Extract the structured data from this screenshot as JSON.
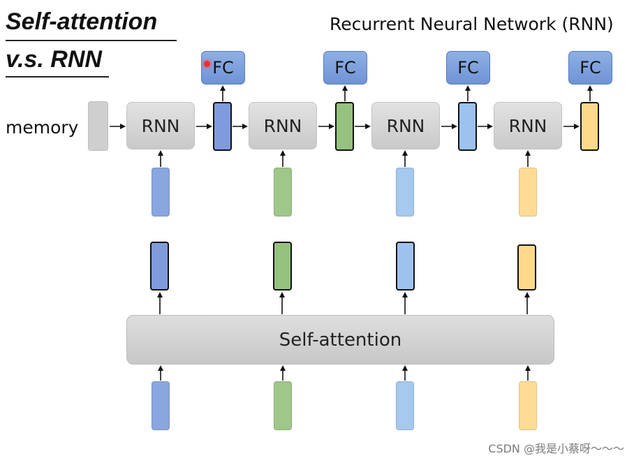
{
  "title_line1": "Self-attention",
  "title_line2": "v.s. RNN",
  "subtitle": "Recurrent Neural Network (RNN)",
  "memory_label": "memory",
  "rnn_label": "RNN",
  "fc_label": "FC",
  "self_attention_label": "Self-attention",
  "watermark": "CSDN @我是小蔡呀～～～",
  "colors": {
    "blue": "#7f9bdc",
    "green": "#95c27f",
    "lightblue": "#9ec2ee",
    "yellow": "#ffd98a",
    "rnn_gray": "#d3d3d3",
    "fc_blue": "#7a9ddd"
  },
  "rnn_cells": [
    "RNN",
    "RNN",
    "RNN",
    "RNN"
  ],
  "fc_boxes": [
    "FC",
    "FC",
    "FC",
    "FC"
  ],
  "vector_colors": [
    "blue",
    "green",
    "lightblue",
    "yellow"
  ]
}
